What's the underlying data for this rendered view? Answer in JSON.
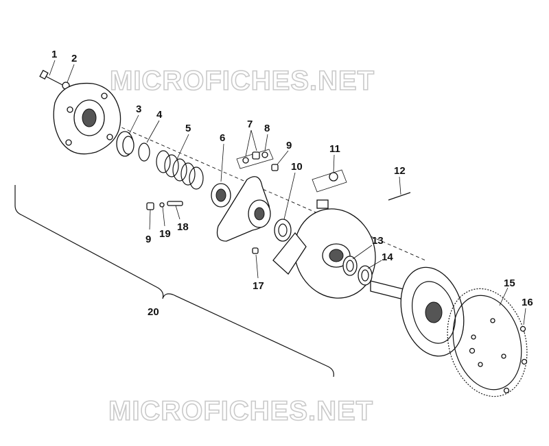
{
  "watermark": {
    "top": "MICROFICHES.NET",
    "bottom": "MICROFICHES.NET"
  },
  "callouts": [
    "1",
    "2",
    "3",
    "4",
    "5",
    "6",
    "7",
    "8",
    "9",
    "10",
    "11",
    "12",
    "13",
    "14",
    "15",
    "16",
    "17",
    "18",
    "19",
    "9",
    "20"
  ],
  "colors": {
    "ink": "#111111",
    "watermark_outline": "#c9c9c9",
    "background": "#ffffff"
  }
}
